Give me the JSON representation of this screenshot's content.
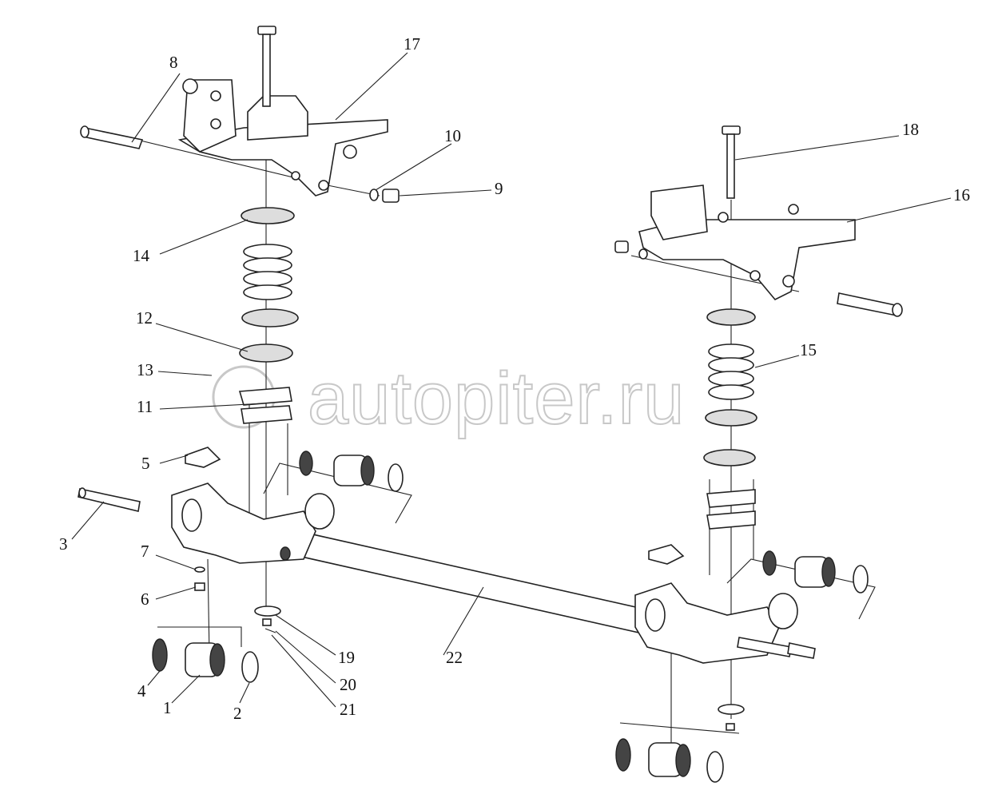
{
  "diagram": {
    "title": "Front suspension exploded view",
    "watermark": "autopiter.ru",
    "callouts": [
      "8",
      "17",
      "10",
      "9",
      "18",
      "16",
      "14",
      "12",
      "13",
      "11",
      "15",
      "5",
      "3",
      "7",
      "6",
      "19",
      "22",
      "20",
      "21",
      "4",
      "1",
      "2"
    ]
  }
}
